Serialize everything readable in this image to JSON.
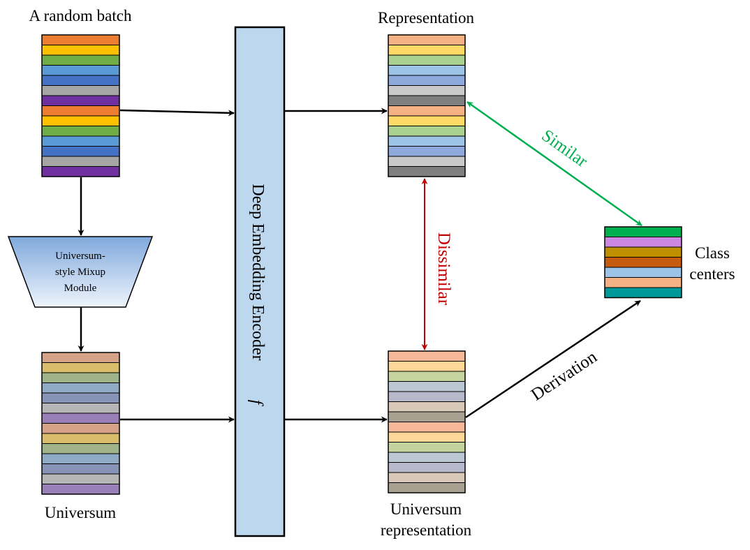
{
  "labels": {
    "batch_title": "A random batch",
    "representation_title": "Representation",
    "universum_title": "Universum",
    "universum_rep_line1": "Universum",
    "universum_rep_line2": "representation",
    "class_centers_line1": "Class",
    "class_centers_line2": "centers",
    "mixup_line1": "Universum-",
    "mixup_line2": "style Mixup",
    "mixup_line3": "Module",
    "encoder_label": "Deep Embedding Encoder",
    "encoder_symbol": "f",
    "similar": "Similar",
    "dissimilar": "Dissimilar",
    "derivation": "Derivation"
  },
  "colors": {
    "similar": "#00b050",
    "dissimilar": "#c00000",
    "arrow": "#000000",
    "encoder_fill": "#bdd7ee"
  },
  "stacks": {
    "batch": [
      "#ed7d31",
      "#ffc000",
      "#70ad47",
      "#5b9bd5",
      "#4472c4",
      "#a5a5a5",
      "#7030a0",
      "#ed7d31",
      "#ffc000",
      "#70ad47",
      "#5b9bd5",
      "#4472c4",
      "#a5a5a5",
      "#7030a0"
    ],
    "representation": [
      "#f4b183",
      "#ffd966",
      "#a9d08e",
      "#9dc3e6",
      "#8ea9db",
      "#c9c9c9",
      "#7f7f7f",
      "#f4b183",
      "#ffd966",
      "#a9d08e",
      "#9dc3e6",
      "#8ea9db",
      "#c9c9c9",
      "#7f7f7f"
    ],
    "universum": [
      "#d6a389",
      "#d9bd6a",
      "#a0b48a",
      "#8eaac4",
      "#8794b8",
      "#b6b6b6",
      "#9a80b8",
      "#d6a389",
      "#d9bd6a",
      "#a0b48a",
      "#8eaac4",
      "#8794b8",
      "#b6b6b6",
      "#9a80b8"
    ],
    "universum_representation": [
      "#f7b89a",
      "#fcd797",
      "#c5d49e",
      "#bcc7d4",
      "#b8b8cc",
      "#d7c8b8",
      "#a8a090",
      "#f7b89a",
      "#fcd797",
      "#c5d49e",
      "#bcc7d4",
      "#b8b8cc",
      "#d7c8b8",
      "#a8a090"
    ],
    "class_centers": [
      "#00b050",
      "#cc88e0",
      "#bf8f00",
      "#c55a11",
      "#9dc3e6",
      "#f4b183",
      "#009999"
    ]
  }
}
